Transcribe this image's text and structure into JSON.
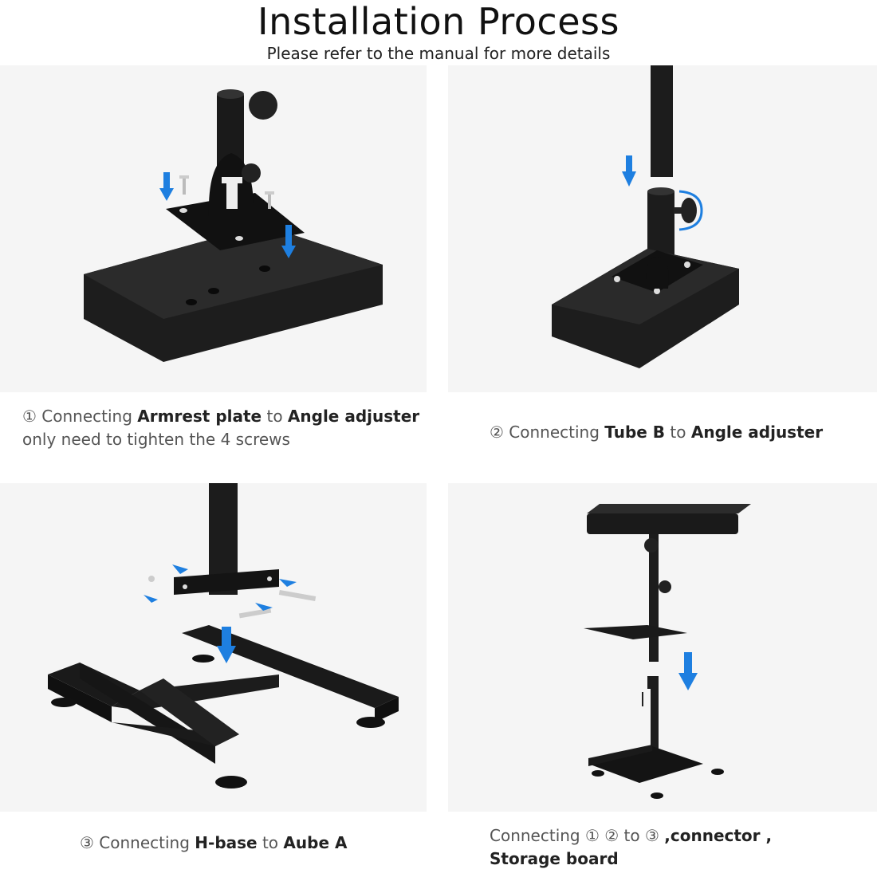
{
  "header": {
    "title": "Installation Process",
    "subtitle": "Please refer to the manual for more details"
  },
  "accent_color": "#1e7fe0",
  "steps": [
    {
      "number": "①",
      "lead": "Connecting",
      "part_a": "Armrest plate",
      "connector": "to",
      "part_b": "Angle adjuster",
      "note": "only need to tighten the 4 screws"
    },
    {
      "number": "②",
      "lead": "Connecting",
      "part_a": "Tube B",
      "connector": "to",
      "part_b": "Angle adjuster"
    },
    {
      "number": "③",
      "lead": "Connecting",
      "part_a": "H-base",
      "connector": "to",
      "part_b": "Aube A"
    },
    {
      "lead": "Connecting ① ② to ③",
      "part_a": ",connector ,",
      "part_b": "Storage board"
    }
  ]
}
